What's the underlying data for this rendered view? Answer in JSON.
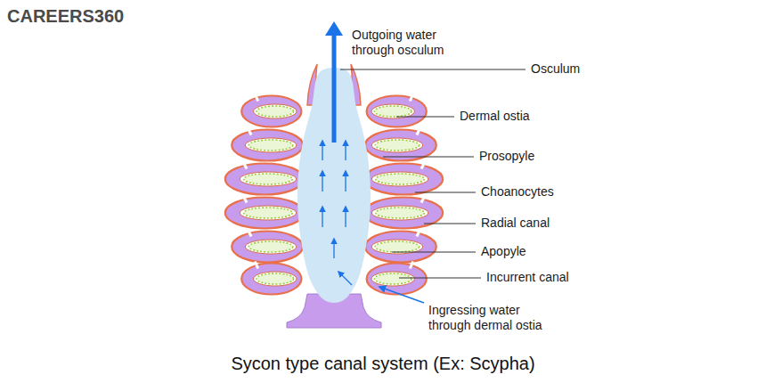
{
  "diagram": {
    "caption": "Sycon type canal system (Ex: Scypha)",
    "labels": [
      "CAREERS360",
      "Outgoing water through osculum",
      "Osculum",
      "Dermal ostia",
      "Prosopyle",
      "Choanocytes",
      "Radial canal",
      "Apopyle",
      "Incurrent canal",
      "Ingressing water through dermal ostia"
    ]
  }
}
